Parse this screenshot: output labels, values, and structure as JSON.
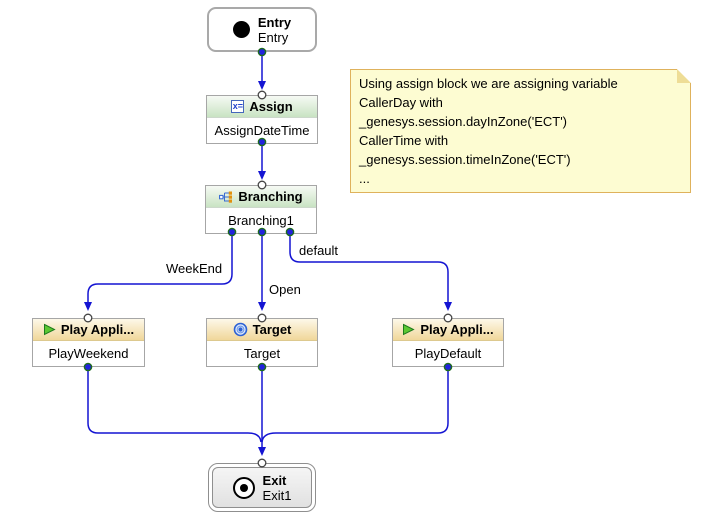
{
  "blocks": {
    "entry": {
      "title": "Entry",
      "name": "Entry"
    },
    "assign": {
      "title": "Assign",
      "name": "AssignDateTime"
    },
    "branching": {
      "title": "Branching",
      "name": "Branching1"
    },
    "play_weekend": {
      "title": "Play Appli...",
      "name": "PlayWeekend"
    },
    "target": {
      "title": "Target",
      "name": "Target"
    },
    "play_default": {
      "title": "Play Appli...",
      "name": "PlayDefault"
    },
    "exit": {
      "title": "Exit",
      "name": "Exit1"
    }
  },
  "edges": {
    "weekend_label": "WeekEnd",
    "open_label": "Open",
    "default_label": "default"
  },
  "note": {
    "lines": [
      "Using assign block we are assigning variable",
      "CallerDay with",
      "_genesys.session.dayInZone('ECT')",
      "CallerTime with",
      "_genesys.session.timeInZone('ECT')",
      "..."
    ]
  },
  "icons": {
    "entry": "filled-circle-icon",
    "assign": "x-equals-icon",
    "assign_glyph": "x=",
    "branching": "branch-tree-icon",
    "play": "play-triangle-icon",
    "target": "bullseye-icon",
    "exit": "bullseye-dot-icon"
  },
  "colors": {
    "connector": "#1414d2",
    "out_port_fill": "#2222dd",
    "out_port_ring": "#1d6b1d",
    "in_port_ring": "#444444",
    "green_header_top": "#f6faf4",
    "green_header_bottom": "#c9e3c3",
    "yellow_header_top": "#fdf8e9",
    "yellow_header_bottom": "#f0d79a",
    "note_bg": "#fdfcd2",
    "note_border": "#dfb25c",
    "block_border": "#a6a6a6"
  }
}
